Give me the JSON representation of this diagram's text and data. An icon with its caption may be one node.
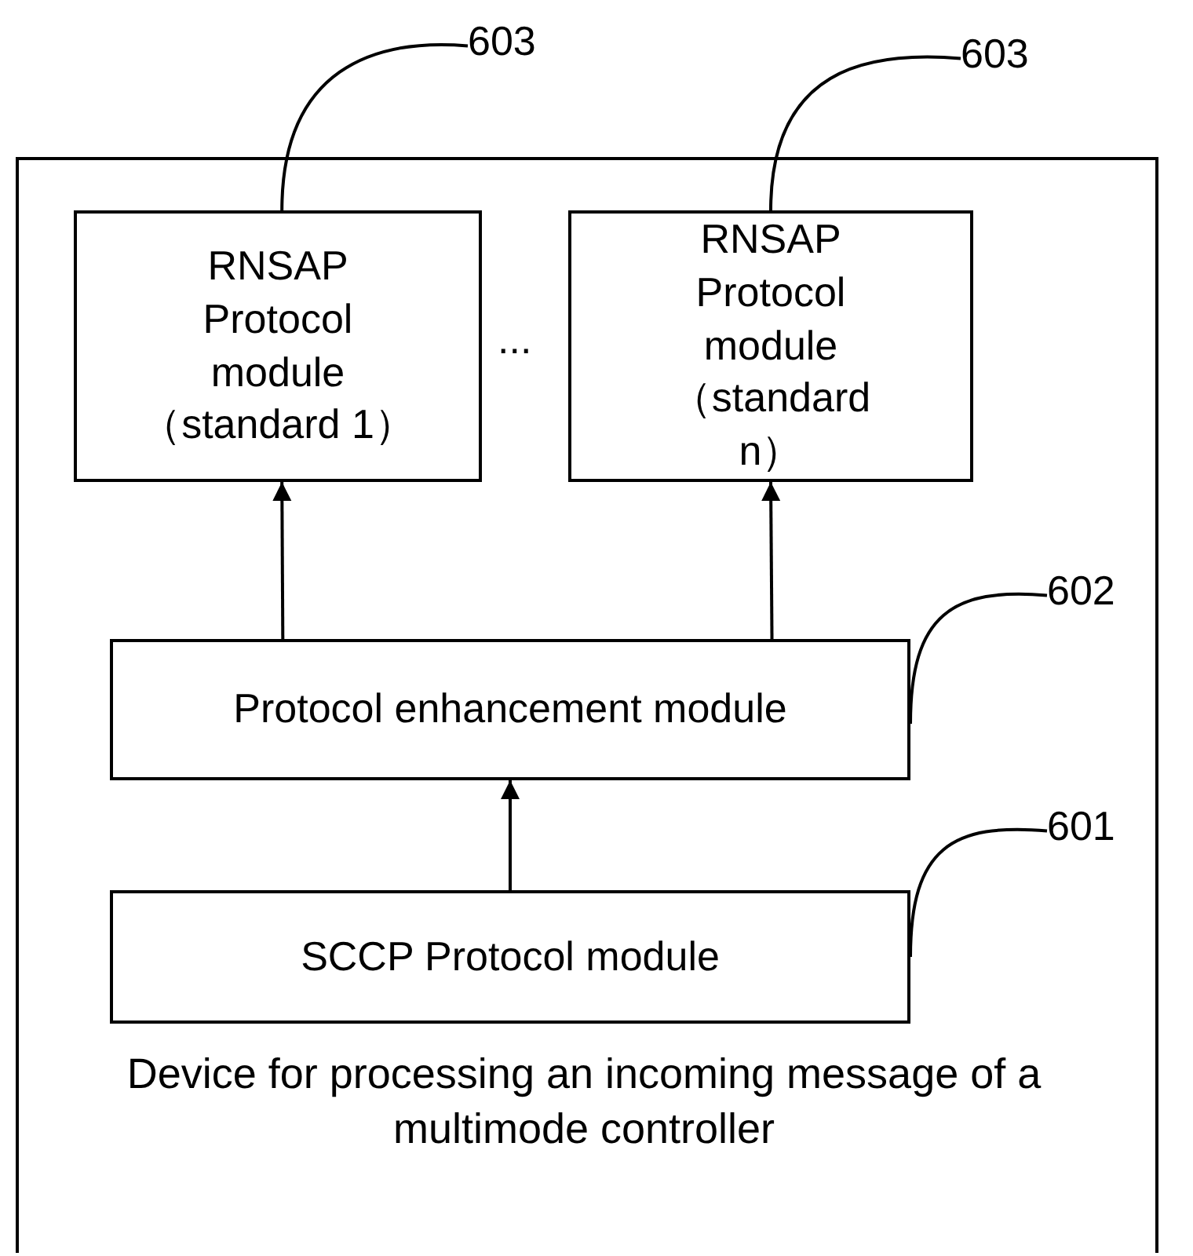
{
  "diagram": {
    "nodes": [
      {
        "text": [
          "Device for processing an incoming message of a multimode controller"
        ]
      },
      {
        "text": [
          "RNSAP Protocol module （standard 1）"
        ],
        "in": 0
      },
      {
        "text": [
          "RNSAP Protocol module （standard n）"
        ],
        "in": 0
      },
      {
        "text": [
          "Protocol enhancement module"
        ],
        "in": 0
      },
      {
        "text": [
          "SCCP Protocol module"
        ],
        "in": 0
      },
      {
        "text": [
          "603"
        ]
      },
      {
        "text": [
          "603"
        ]
      },
      {
        "text": [
          "602"
        ],
        "in": 0
      },
      {
        "text": [
          "601"
        ],
        "in": 0
      }
    ],
    "edges": [
      {
        "from": 4,
        "to": 3,
        "arrow": "to"
      },
      {
        "from": 3,
        "to": 1,
        "arrow": "to"
      },
      {
        "from": 3,
        "to": 2,
        "arrow": "to"
      },
      {
        "from": 5,
        "to": 1,
        "arrow": "none"
      },
      {
        "from": 6,
        "to": 2,
        "arrow": "none"
      },
      {
        "from": 7,
        "to": 3,
        "arrow": "none"
      },
      {
        "from": 8,
        "to": 4,
        "arrow": "none"
      }
    ],
    "labels": [
      "..."
    ]
  }
}
